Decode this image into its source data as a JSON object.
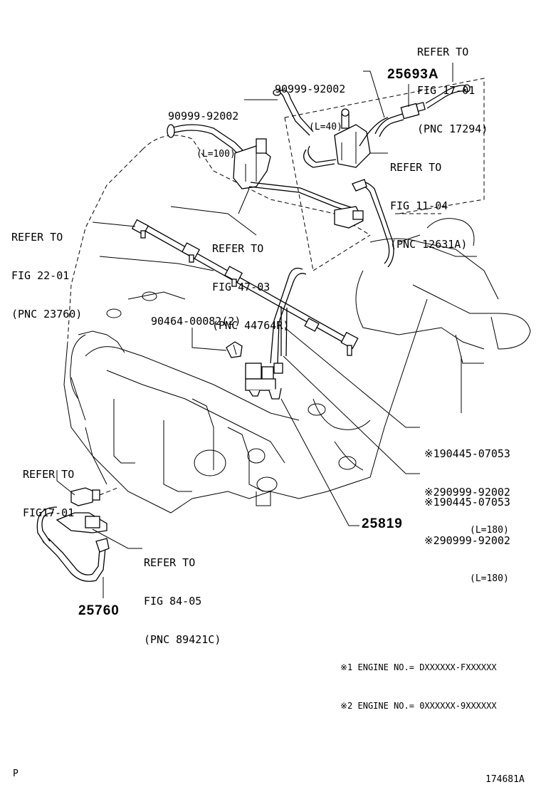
{
  "callouts": {
    "refer_fig17_top": [
      "REFER TO",
      "FIG 17-01",
      "(PNC 17294)"
    ],
    "hose_l40": [
      "90999-92002",
      "(L=40)"
    ],
    "part_25693a": "25693A",
    "hose_l100": [
      "90999-92002",
      "(L=100)"
    ],
    "refer_fig11": [
      "REFER TO",
      "FIG 11-04",
      "(PNC 12631A)"
    ],
    "refer_fig22": [
      "REFER TO",
      "FIG 22-01",
      "(PNC 23760)"
    ],
    "refer_fig47": [
      "REFER TO",
      "FIG 47-03",
      "(PNC 44764R)"
    ],
    "clip_90464": "90464-00082(2)",
    "group_a": [
      "※190445-07053",
      "※290999-92002",
      "(L=180)"
    ],
    "group_b": [
      "※190445-07053",
      "※290999-92002",
      "(L=180)"
    ],
    "part_25819": "25819",
    "refer_fig17_bottom": [
      "REFER TO",
      "FIG17-01"
    ],
    "refer_fig84": [
      "REFER TO",
      "FIG 84-05",
      "(PNC 89421C)"
    ],
    "part_25760": "25760"
  },
  "notes": [
    "※1 ENGINE NO.= DXXXXXX-FXXXXXX",
    "※2 ENGINE NO.= 0XXXXXX-9XXXXXX"
  ],
  "corner_mark": "P",
  "figure_number": "174681A"
}
